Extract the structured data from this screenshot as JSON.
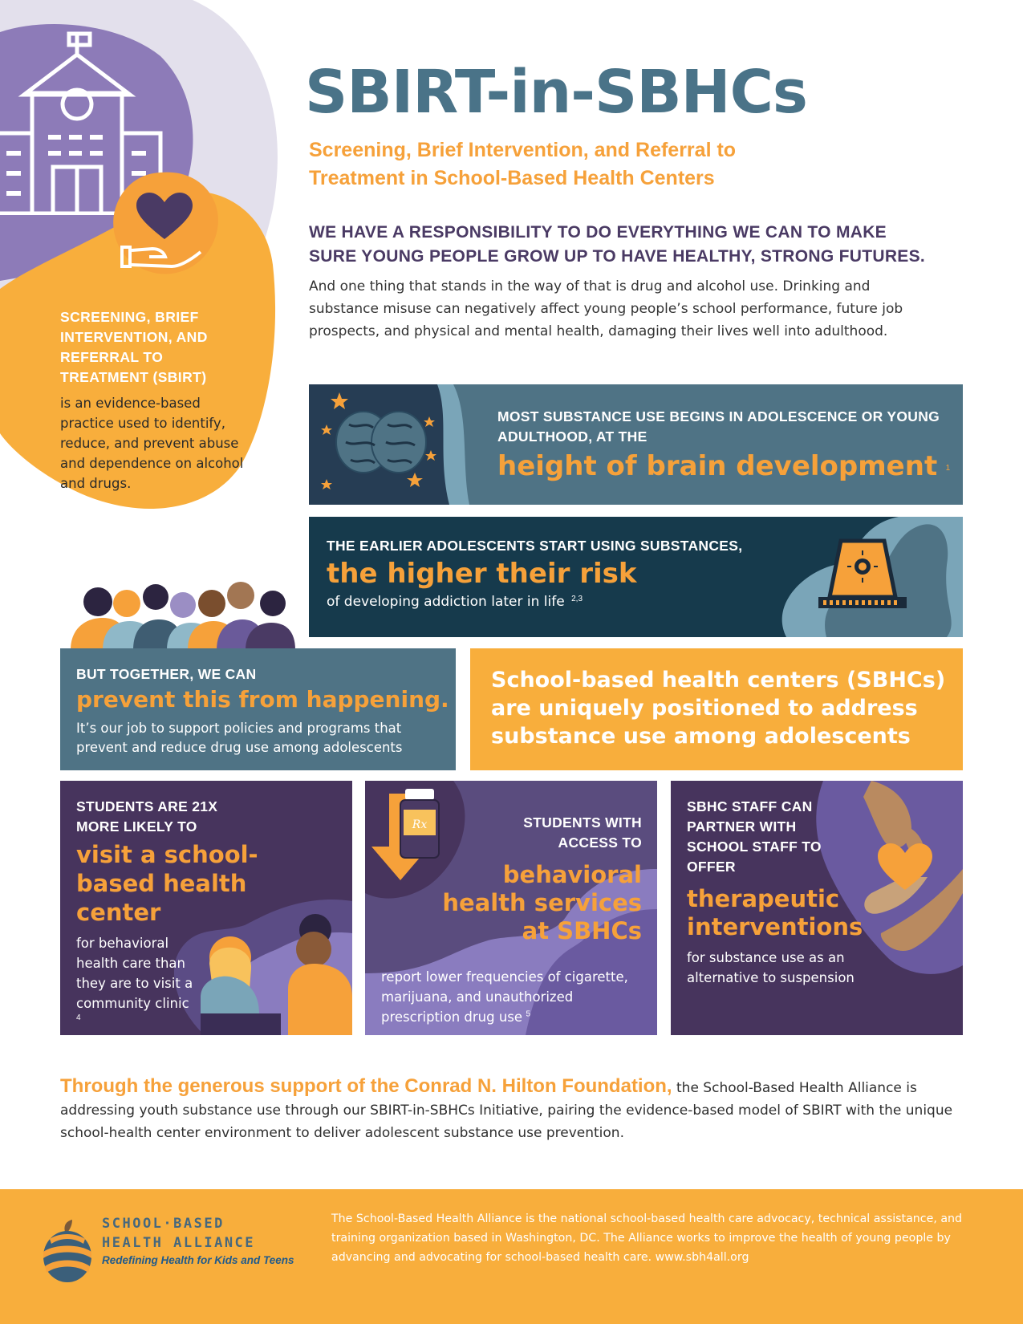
{
  "header": {
    "title": "SBIRT-in-SBHCs",
    "subtitle": "Screening, Brief Intervention, and Referral to Treatment in School-Based Health Centers",
    "lead": "WE HAVE A RESPONSIBILITY TO DO EVERYTHING WE CAN TO MAKE SURE YOUNG PEOPLE GROW UP TO HAVE HEALTHY, STRONG FUTURES.",
    "intro": "And one thing that stands in the way of that is drug and alcohol use. Drinking and substance misuse can negatively affect young people’s school performance, future job prospects, and physical and mental health, damaging their lives well into adulthood."
  },
  "definition": {
    "heading": "SCREENING, BRIEF INTERVENTION, AND REFERRAL TO TREATMENT (SBIRT)",
    "text": "is an evidence-based practice used to identify, reduce, and prevent abuse and dependence on alcohol and drugs."
  },
  "brain": {
    "caption": "MOST SUBSTANCE USE BEGINS IN ADOLESCENCE OR YOUNG ADULTHOOD, AT THE",
    "highlight": "height of brain development",
    "ref": "1"
  },
  "risk": {
    "caption": "THE EARLIER ADOLESCENTS START USING SUBSTANCES,",
    "highlight": "the higher their risk",
    "body": "of developing addiction later in life",
    "ref": "2,3"
  },
  "together": {
    "caption": "BUT TOGETHER, WE CAN",
    "highlight": "prevent this from happening.",
    "body": "It’s our job to support policies and programs that prevent and reduce drug use among adolescents"
  },
  "sbhc": {
    "statement": "School-based health centers (SBHCs) are uniquely positioned to address substance use among adolescents"
  },
  "visit": {
    "caption": "STUDENTS ARE 21X MORE LIKELY TO",
    "highlight": "visit a school-based health center",
    "body": "for behavioral health care than they are to visit a community clinic",
    "ref": "4"
  },
  "behavioral": {
    "caption": "STUDENTS WITH ACCESS TO",
    "highlight": "behavioral health services at SBHCs",
    "body": "report lower frequencies of cigarette, marijuana, and unauthorized prescription drug use",
    "ref": "5",
    "rx_label": "Rx"
  },
  "staff": {
    "caption": "SBHC STAFF CAN PARTNER WITH SCHOOL STAFF TO OFFER",
    "highlight": "therapeutic interventions",
    "body": "for substance use as an alternative to suspension"
  },
  "closing": {
    "emphasis": "Through the generous support of the Conrad N. Hilton Foundation,",
    "text": "the School-Based Health Alliance is addressing youth substance use through our SBIRT-in-SBHCs Initiative, pairing the evidence-based model of SBIRT with the unique school-health center environment to deliver adolescent substance use prevention."
  },
  "footer": {
    "org_line1": "SCHOOL·BASED",
    "org_line2": "HEALTH ALLIANCE",
    "tagline": "Redefining Health for Kids and Teens",
    "about": "The School-Based Health Alliance is the national school-based health care advocacy, technical assistance, and training organization based in Washington, DC. The Alliance works to improve the health of young people by advancing and advocating for school-based health care. www.sbh4all.org"
  },
  "colors": {
    "title_blue": "#4a7388",
    "accent_orange": "#f6a13a",
    "box_orange": "#f8ae3c",
    "slate": "#4f7385",
    "navy": "#163a4c",
    "purple": "#47345d",
    "violet": "#5a4c7e",
    "lavender": "#9b8ec4"
  },
  "icons": [
    "school-building-icon",
    "heart-hand-icon",
    "brain-icon",
    "siren-icon",
    "people-group-icon",
    "medicine-bottle-icon",
    "down-arrow-icon",
    "helping-hands-icon",
    "student-conversation-illustration",
    "alliance-logo"
  ]
}
